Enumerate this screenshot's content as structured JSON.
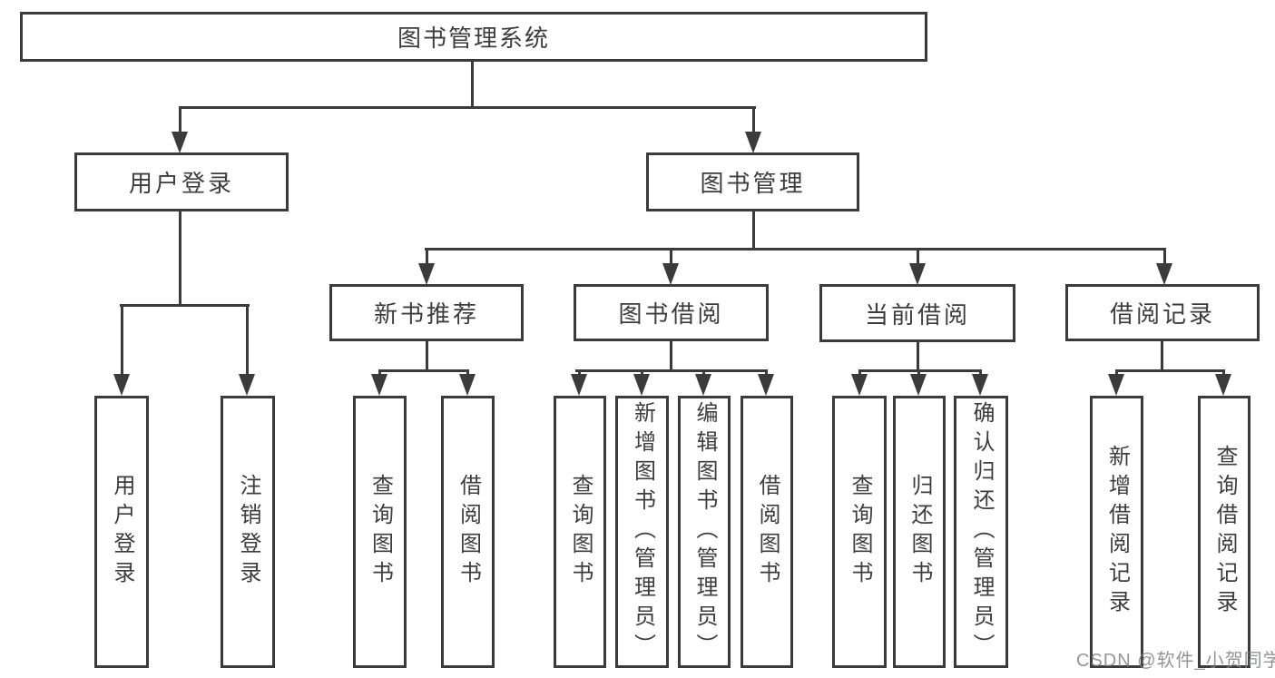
{
  "colors": {
    "line": "#3b3b3b",
    "text": "#3d3d3d",
    "box_background": "#ffffff",
    "page_background": "#ffffff",
    "watermark": "#82858a"
  },
  "watermark": "CSDN @软件_小贺同学",
  "tree": {
    "root": {
      "label": "图书管理系统"
    },
    "login": {
      "label": "用户登录",
      "children": [
        {
          "label": "用户登录"
        },
        {
          "label": "注销登录"
        }
      ]
    },
    "management": {
      "label": "图书管理",
      "children": [
        {
          "label": "新书推荐",
          "children": [
            {
              "label": "查询图书"
            },
            {
              "label": "借阅图书"
            }
          ]
        },
        {
          "label": "图书借阅",
          "children": [
            {
              "label": "查询图书"
            },
            {
              "label": "新增图书（管理员）"
            },
            {
              "label": "编辑图书（管理员）"
            },
            {
              "label": "借阅图书"
            }
          ]
        },
        {
          "label": "当前借阅",
          "children": [
            {
              "label": "查询图书"
            },
            {
              "label": "归还图书"
            },
            {
              "label": "确认归还（管理员）"
            }
          ]
        },
        {
          "label": "借阅记录",
          "children": [
            {
              "label": "新增借阅记录"
            },
            {
              "label": "查询借阅记录"
            }
          ]
        }
      ]
    }
  }
}
